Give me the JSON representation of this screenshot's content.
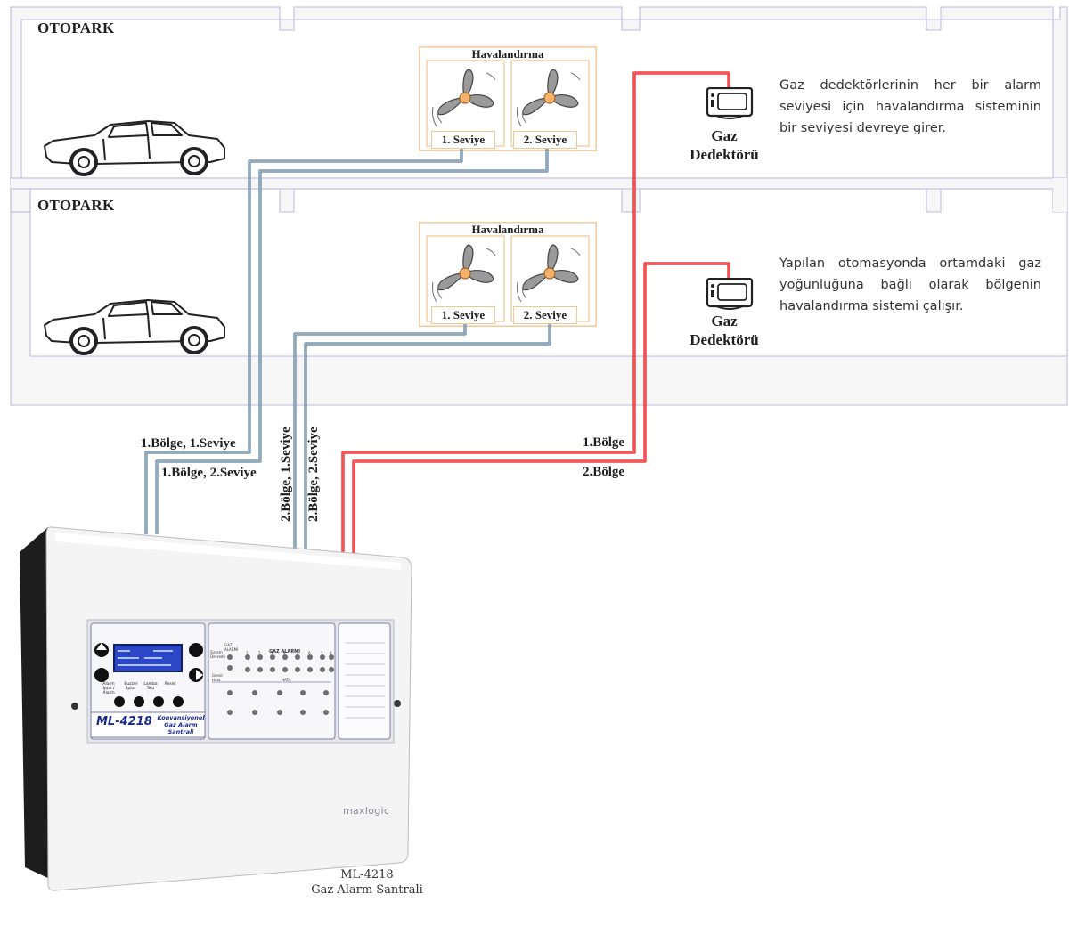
{
  "floors": [
    {
      "title": "OTOPARK",
      "ventilation": {
        "title": "Havalandırma",
        "level1": "1. Seviye",
        "level2": "2. Seviye"
      },
      "detector": {
        "line1": "Gaz",
        "line2": "Dedektörü"
      },
      "description": "Gaz dedektörlerinin her bir alarm seviyesi için havalandırma sisteminin bir seviyesi devreye girer."
    },
    {
      "title": "OTOPARK",
      "ventilation": {
        "title": "Havalandırma",
        "level1": "1. Seviye",
        "level2": "2. Seviye"
      },
      "detector": {
        "line1": "Gaz",
        "line2": "Dedektörü"
      },
      "description": "Yapılan otomasyonda ortamdaki gaz yoğunluğuna bağlı olarak bölgenin havalandırma sistemi çalışır."
    }
  ],
  "wire_labels": {
    "z1_l1": "1.Bölge, 1.Seviye",
    "z1_l2": "1.Bölge, 2.Seviye",
    "z2_l1": "2.Bölge, 1.Seviye",
    "z2_l2": "2.Bölge, 2.Seviye",
    "det1": "1.Bölge",
    "det2": "2.Bölge"
  },
  "panel": {
    "model": "ML-4218",
    "subtitle1": "Konvansiyonel",
    "subtitle2": "Gaz Alarm Santrali",
    "brand": "maxlogic",
    "buttons": [
      "Alarm İptal / Alarm",
      "Buzzer İptal",
      "Lamba Test",
      "Reset"
    ],
    "led_header": "GAZ ALARMI",
    "led_left1": "Sistem Devrede",
    "led_left2": "GAZ ALARMI",
    "led_left3": "Genel Hata",
    "led_bottom": "HATA",
    "led_numbers": [
      "1",
      "2",
      "3",
      "4",
      "5",
      "6",
      "7",
      "8"
    ]
  },
  "caption": {
    "line1": "ML-4218",
    "line2": "Gaz Alarm Santrali"
  },
  "colors": {
    "gas_wire": "#e8161b",
    "vent_wire": "#6d8fa8",
    "wall": "#c9c6e2",
    "vent_box": "#f3c89a"
  }
}
